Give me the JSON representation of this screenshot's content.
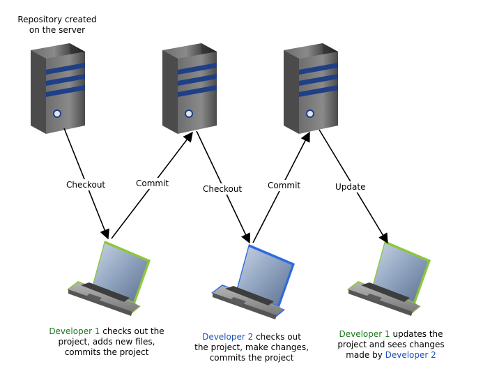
{
  "server_caption": [
    "Repository created",
    "on the server"
  ],
  "arrow_labels": {
    "checkout1": "Checkout",
    "commit1": "Commit",
    "checkout2": "Checkout",
    "commit2": "Commit",
    "update": "Update"
  },
  "captions": {
    "dev1": {
      "name": "Developer 1",
      "line1_rest": " checks out the",
      "line2": "project, adds new files,",
      "line3": "commits the project"
    },
    "dev2": {
      "name": "Developer 2",
      "line1_rest": " checks out",
      "line2": "the project, make changes,",
      "line3": "commits the project"
    },
    "dev3": {
      "name": "Developer 1",
      "line1_rest": " updates the",
      "line2": "project and sees changes",
      "line3_prefix": "made by ",
      "line3_name": "Developer 2"
    }
  },
  "colors": {
    "developer1_accent": "#8dc63f",
    "developer2_accent": "#2f6be0",
    "server_body": "#5a5a5a",
    "server_stripe": "#1f3f86",
    "dev1_text": "#1e7a1e",
    "dev2_text": "#1f4fb5"
  },
  "icons": [
    "server-icon",
    "laptop-icon"
  ]
}
